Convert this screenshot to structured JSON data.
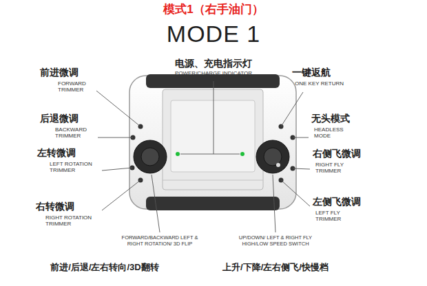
{
  "diagram": {
    "title": "MODE 1",
    "labels": [
      "模式1（右手油门）",
      "电源、充电指示灯",
      "POWER/CHARGE INDICATOR",
      "前进微调",
      "FORWARD TRIMMER",
      "一键返航",
      "ONE KEY RETURN",
      "后退微调",
      "BACKWARD TRIMMER",
      "无头模式",
      "HEADLESS MODE",
      "左转微调",
      "LEFT ROTATION TRIMMER",
      "右侧飞微调",
      "RIGHT FLY TRIMMER",
      "右转微调",
      "RIGHT ROTATION TRIMMER",
      "左侧飞微调",
      "LEFT FLY TRIMMER",
      "FORWARD/BACKWARD LEFT & RIGHT ROTATION/ 3D FLIP",
      "UP/DOWN/ LEFT & RIGHT FLY HIGH/LOW SPEED SWITCH",
      "前进/后退/左右转向/3D翻转",
      "上升/下降/左右侧飞/快慢档"
    ]
  }
}
